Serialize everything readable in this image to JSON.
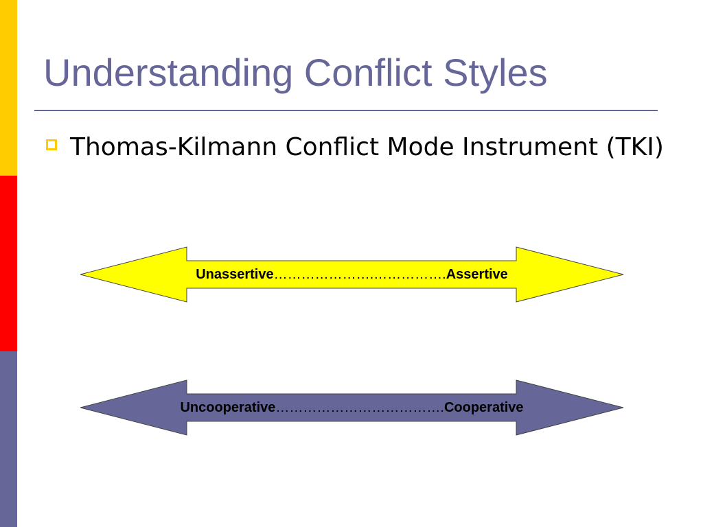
{
  "slide": {
    "title": "Understanding Conflict Styles",
    "bullet": "Thomas-Kilmann Conflict Mode Instrument (TKI)"
  },
  "arrows": [
    {
      "left_label": "Unassertive",
      "dots": "………………….…………….",
      "right_label": "Assertive"
    },
    {
      "left_label": "Uncooperative",
      "dots": "……………………………….",
      "right_label": "Cooperative"
    }
  ],
  "colors": {
    "bar_top": "#ffcc00",
    "bar_mid": "#ff0000",
    "bar_bottom": "#666699",
    "title": "#666699",
    "rule": "#666699",
    "arrow_1_fill": "#ffff00",
    "arrow_2_fill": "#666699"
  }
}
